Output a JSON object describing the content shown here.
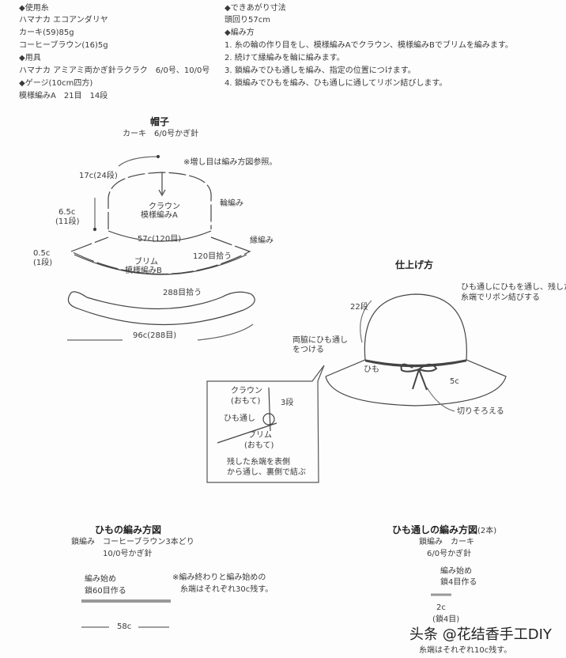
{
  "materials": {
    "yarn_heading": "◆使用糸",
    "yarn_brand": "ハマナカ エコアンダリヤ",
    "yarn_color1": "カーキ(59)85g",
    "yarn_color2": "コーヒーブラウン(16)5g",
    "tools_heading": "◆用具",
    "tools": "ハマナカ アミアミ両かぎ針ラクラク　6/0号、10/0号",
    "gauge_heading": "◆ゲージ(10cm四方)",
    "gauge": "模様編みA　21目　14段"
  },
  "instructions": {
    "size_heading": "◆できあがり寸法",
    "size": "頭回り57cm",
    "method_heading": "◆編み方",
    "steps": [
      "1. 糸の輪の作り目をし、模様編みAでクラウン、模様編みBでブリムを編みます。",
      "2. 続けて縁編みを輪に編みます。",
      "3. 鎖編みでひも通しを編み、指定の位置につけます。",
      "4. 鎖編みでひもを編み、ひも通しに通してリボン結びします。"
    ]
  },
  "hat_diagram": {
    "title": "帽子",
    "subtitle": "カーキ　6/0号かぎ針",
    "note": "※増し目は編み方図参照。",
    "crown_height": "17c(24段)",
    "round_label": "輪編み",
    "crown_label": "クラウン",
    "crown_pattern": "模様編みA",
    "brim_height": "6.5c",
    "brim_rows": "(11段)",
    "circumference": "57c(120目)",
    "edging_label": "縁編み",
    "edge_height": "0.5c",
    "edge_rows": "(1段)",
    "pickup_120": "120目拾う",
    "brim_label": "ブリム",
    "brim_pattern": "模様編みB",
    "pickup_288": "288目拾う",
    "outer": "96c(288目)"
  },
  "finishing": {
    "title": "仕上げ方",
    "note_line1": "ひも通しにひもを通し、残した",
    "note_line2": "糸端でリボン結びする",
    "rows": "22段",
    "side_line1": "両脇にひも通し",
    "side_line2": "をつける",
    "cord": "ひも",
    "bow_length": "5c",
    "trim": "切りそろえる",
    "inset": {
      "crown": "クラウン",
      "crown_side": "(おもて)",
      "rows": "3段",
      "loop": "ひも通し",
      "brim": "ブリム",
      "brim_side": "(おもて)",
      "note_line1": "残した糸端を表側",
      "note_line2": "から通し、裏側で結ぶ"
    }
  },
  "cord_chart": {
    "title": "ひもの編み方図",
    "spec1": "鎖編み　コーヒーブラウン3本どり",
    "spec2": "10/0号かぎ針",
    "start1": "編み始め",
    "start2": "鎖60目作る",
    "note1": "※編み終わりと編み始めの",
    "note2": "糸端はそれぞれ30c残す。",
    "length": "58c"
  },
  "loop_chart": {
    "title": "ひも通しの編み方図",
    "count": "(2本)",
    "spec1": "鎖編み　カーキ",
    "spec2": "6/0号かぎ針",
    "start1": "編み始め",
    "start2": "鎖4目作る",
    "length": "2c",
    "chains": "(鎖4目)",
    "note2": "糸端はそれぞれ10c残す。"
  },
  "watermark": "头条 @花结香手工DIY"
}
